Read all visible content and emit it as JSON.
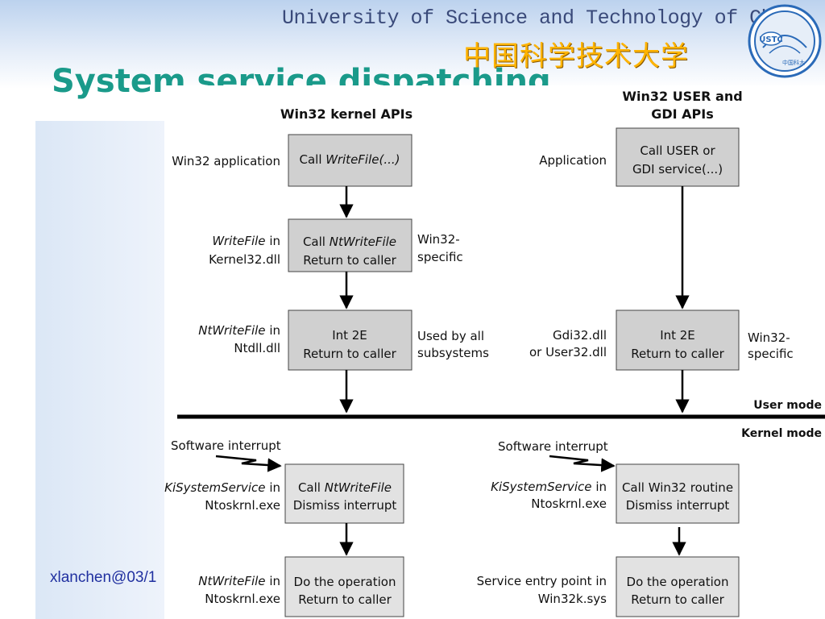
{
  "header": {
    "university_en": "University of Science and Technology of China",
    "university_cn": "中国科学技术大学",
    "logo_text": "USTC",
    "logo_cn": "中国科大"
  },
  "slide": {
    "title": "System service dispatching"
  },
  "footer": {
    "text": "xlanchen@03/1"
  },
  "diagram": {
    "left_header": "Win32 kernel APIs",
    "right_header": [
      "Win32 USER and",
      "GDI APIs"
    ],
    "left": {
      "app_label": "Win32 application",
      "box1": {
        "prefix": "Call ",
        "func": "WriteFile(...)"
      },
      "label2": {
        "func": "WriteFile",
        "suffix": " in",
        "line2": "Kernel32.dll"
      },
      "box2": {
        "prefix": "Call ",
        "func": "NtWriteFile",
        "line2": "Return to caller"
      },
      "note2": [
        "Win32-",
        "specific"
      ],
      "label3": {
        "func": "NtWriteFile",
        "suffix": " in",
        "line2": "Ntdll.dll"
      },
      "box3": [
        "Int 2E",
        "Return to caller"
      ],
      "note3": [
        "Used by all",
        "subsystems"
      ],
      "sw_interrupt": "Software interrupt",
      "label4": {
        "func": "KiSystemService",
        "suffix": " in",
        "line2": "Ntoskrnl.exe"
      },
      "box4": {
        "prefix": "Call ",
        "func": "NtWriteFile",
        "line2": "Dismiss interrupt"
      },
      "label5": {
        "func": "NtWriteFile",
        "suffix": " in",
        "line2": "Ntoskrnl.exe"
      },
      "box5": [
        "Do the operation",
        "Return to caller"
      ]
    },
    "right": {
      "app_label": "Application",
      "box1": [
        "Call USER or",
        "GDI service(...)"
      ],
      "label3": [
        "Gdi32.dll",
        "or User32.dll"
      ],
      "box3": [
        "Int 2E",
        "Return to caller"
      ],
      "note3": [
        "Win32-",
        "specific"
      ],
      "sw_interrupt": "Software interrupt",
      "label4": {
        "func": "KiSystemService",
        "suffix": " in",
        "line2": "Ntoskrnl.exe"
      },
      "box4": [
        "Call Win32 routine",
        "Dismiss interrupt"
      ],
      "label5": [
        "Service entry point in",
        "Win32k.sys"
      ],
      "box5": [
        "Do the operation",
        "Return to caller"
      ]
    },
    "user_mode": "User mode",
    "kernel_mode": "Kernel mode"
  }
}
